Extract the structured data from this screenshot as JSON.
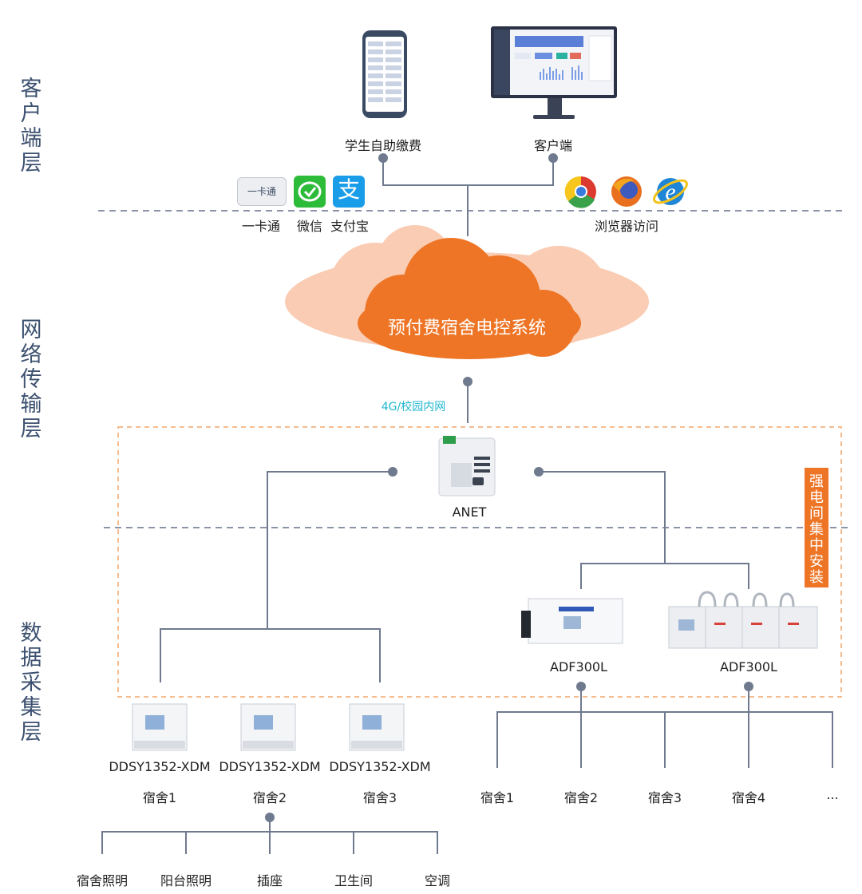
{
  "layers": {
    "client": "客户端层",
    "network": "网络传输层",
    "collection": "数据采集层"
  },
  "client": {
    "student_pay": "学生自助缴费",
    "client_app": "客户端",
    "campus_card_icon_text": "一卡通",
    "campus_card": "一卡通",
    "wechat": "微信",
    "alipay": "支付宝",
    "alipay_icon_text": "支",
    "browser_access": "浏览器访问",
    "browser_icons": [
      "chrome-icon",
      "firefox-icon",
      "ie-icon"
    ]
  },
  "network": {
    "cloud_title": "预付费宿舍电控系统",
    "link_label": "4G/校园内网",
    "gateway": "ANET",
    "install_note": "强电间集中安装"
  },
  "devices": {
    "adf_left": "ADF300L",
    "adf_right": "ADF300L",
    "ddsy": [
      "DDSY1352-XDM",
      "DDSY1352-XDM",
      "DDSY1352-XDM"
    ],
    "ddsy_rooms": [
      "宿舍1",
      "宿舍2",
      "宿舍3"
    ],
    "adf_rooms": [
      "宿舍1",
      "宿舍2",
      "宿舍3",
      "宿舍4",
      "..."
    ],
    "loads": [
      "宿舍照明",
      "阳台照明",
      "插座",
      "卫生间",
      "空调"
    ]
  },
  "colors": {
    "orange": "#ee7526",
    "cloud_light": "#f9ccb3",
    "line": "#6f7a8e",
    "label_blue": "#3d5170",
    "cyan": "#21b7cf"
  }
}
